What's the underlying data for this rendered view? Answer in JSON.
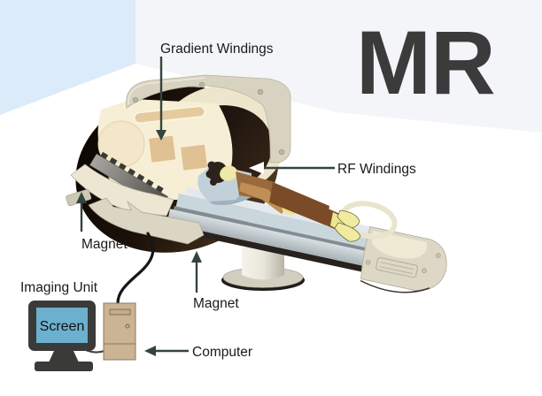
{
  "diagram": {
    "logo": "MR",
    "labels": {
      "gradient_windings": "Gradient Windings",
      "rf_windings": "RF Windings",
      "magnet_upper": "Magnet",
      "magnet_lower": "Magnet",
      "imaging_unit": "Imaging Unit",
      "screen": "Screen",
      "computer": "Computer"
    },
    "colors": {
      "wall_blue": "#dcebf9",
      "wall_gray": "#f4f5f9",
      "logo_text": "#3b3b3b",
      "label_text": "#1a1a1a",
      "arrow": "#35443b",
      "magnet_dark": "#1c110a",
      "housing_cream": "#d8d3c0",
      "bore_cream": "#f7eed6",
      "winding_tan": "#dfc193",
      "table_blue": "#c9d6dc",
      "end_cap_cream": "#ddd8c6",
      "screen_blue": "#6cb0cf",
      "tower_tan": "#cbb493",
      "monitor_dark": "#3a3a38",
      "skin": "#efe8a6",
      "shirt_brown": "#9a6a3c",
      "pants_brown": "#7b4b27",
      "cable_black": "#161616"
    }
  }
}
